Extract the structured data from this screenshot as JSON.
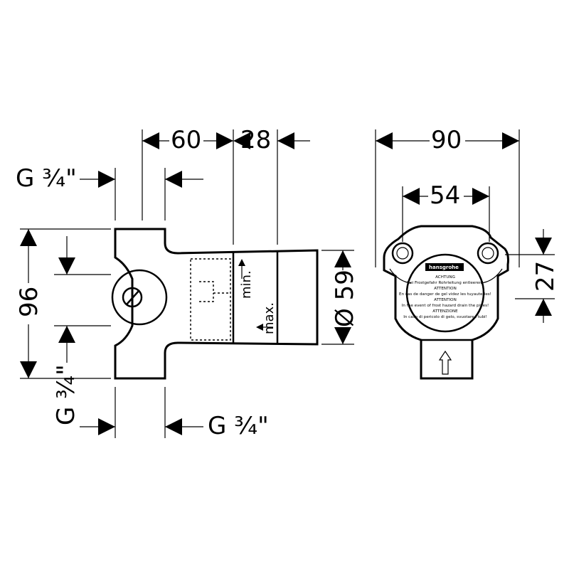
{
  "dimensions": {
    "width_front": "60",
    "offset_28": "28",
    "width_side": "90",
    "hole_spacing": "54",
    "height": "96",
    "diameter": "Ø 59",
    "depth_27": "27"
  },
  "threads": {
    "top_inlet": "G ¾\"",
    "bottom_left": "G ¾\"",
    "bottom_right": "G ¾\""
  },
  "labels": {
    "min": "min.",
    "max": "max."
  },
  "cap": {
    "brand": "hansgrohe",
    "lines": [
      "ACHTUNG",
      "Bei Frostgefahr Rohrleitung entleeren!",
      "ATTENTION",
      "En cas de danger de gel videz les tuyauteries!",
      "ATTENTION",
      "In the event of frost hazard drain the pipes!",
      "ATTENZIONE",
      "In caso di pericolo di gelo, svuotare i tubi!"
    ]
  }
}
